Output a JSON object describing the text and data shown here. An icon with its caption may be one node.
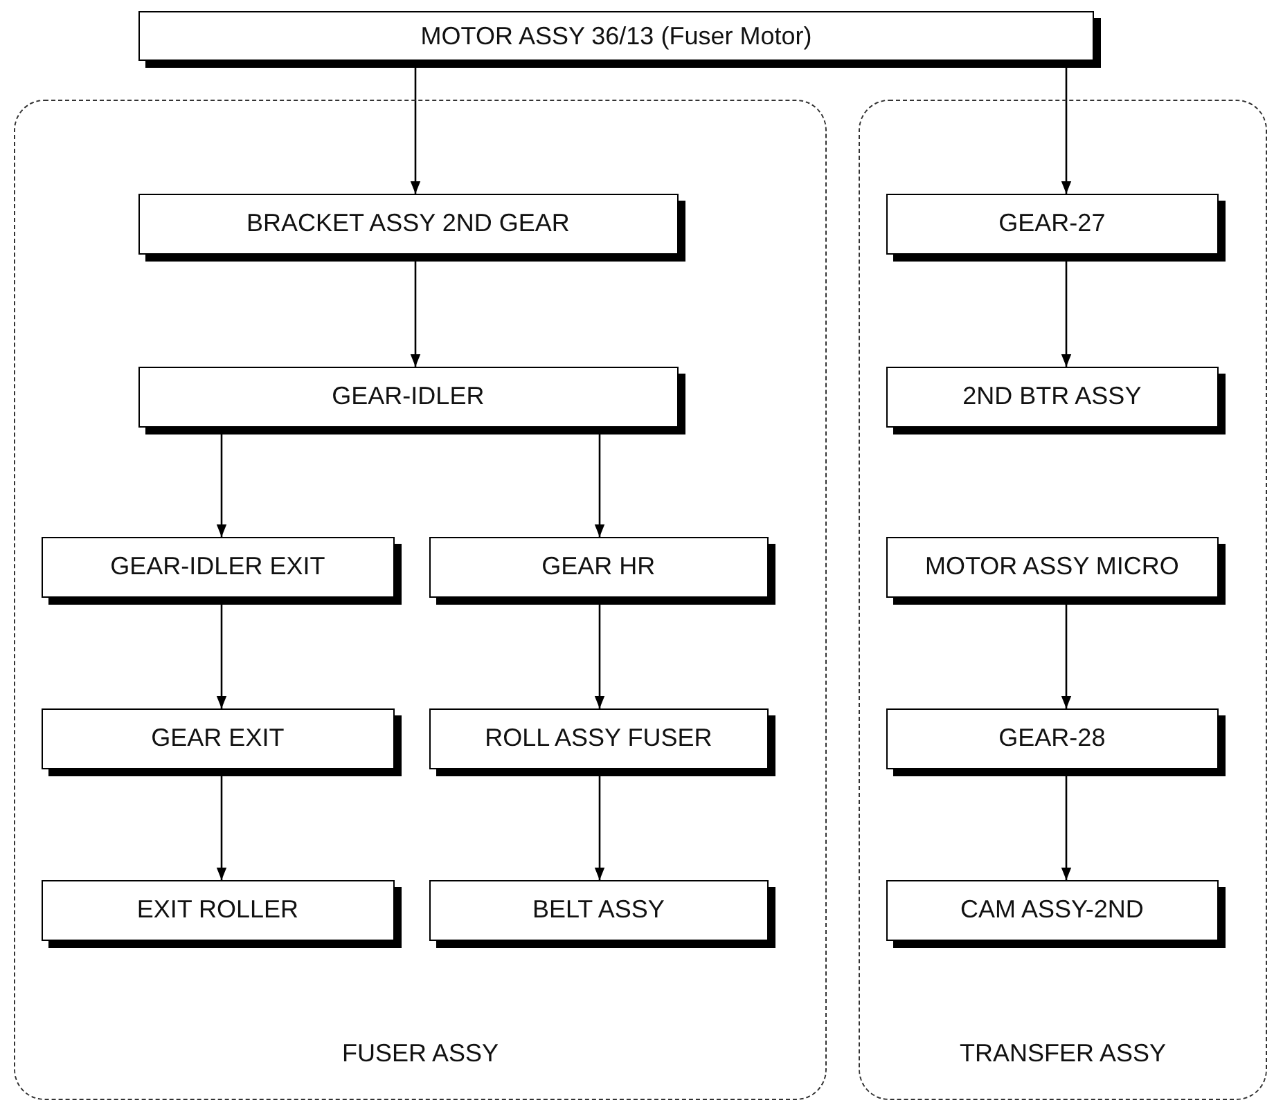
{
  "diagram": {
    "nodes": [
      {
        "text": [
          "MOTOR ASSY 36/13 (Fuser Motor)"
        ]
      },
      {
        "text": [
          "FUSER ASSY"
        ]
      },
      {
        "text": [
          "BRACKET ASSY 2ND GEAR"
        ],
        "in": 1
      },
      {
        "text": [
          "GEAR-IDLER"
        ],
        "in": 1
      },
      {
        "text": [
          "GEAR-IDLER EXIT"
        ],
        "in": 1
      },
      {
        "text": [
          "GEAR HR"
        ],
        "in": 1
      },
      {
        "text": [
          "GEAR EXIT"
        ],
        "in": 1
      },
      {
        "text": [
          "ROLL ASSY FUSER"
        ],
        "in": 1
      },
      {
        "text": [
          "EXIT ROLLER"
        ],
        "in": 1
      },
      {
        "text": [
          "BELT ASSY"
        ],
        "in": 1
      },
      {
        "text": [
          "TRANSFER ASSY"
        ]
      },
      {
        "text": [
          "GEAR-27"
        ],
        "in": 10
      },
      {
        "text": [
          "2ND BTR ASSY"
        ],
        "in": 10
      },
      {
        "text": [
          "MOTOR ASSY MICRO"
        ],
        "in": 10
      },
      {
        "text": [
          "GEAR-28"
        ],
        "in": 10
      },
      {
        "text": [
          "CAM ASSY-2ND"
        ],
        "in": 10
      }
    ],
    "edges": [
      {
        "from": 0,
        "to": 2,
        "arrow": "to"
      },
      {
        "from": 0,
        "to": 11,
        "arrow": "to"
      },
      {
        "from": 2,
        "to": 3,
        "arrow": "to"
      },
      {
        "from": 3,
        "to": 4,
        "arrow": "to"
      },
      {
        "from": 3,
        "to": 5,
        "arrow": "to"
      },
      {
        "from": 4,
        "to": 6,
        "arrow": "to"
      },
      {
        "from": 6,
        "to": 8,
        "arrow": "to"
      },
      {
        "from": 5,
        "to": 7,
        "arrow": "to"
      },
      {
        "from": 7,
        "to": 9,
        "arrow": "to"
      },
      {
        "from": 11,
        "to": 12,
        "arrow": "to"
      },
      {
        "from": 13,
        "to": 14,
        "arrow": "to"
      },
      {
        "from": 14,
        "to": 15,
        "arrow": "to"
      }
    ]
  }
}
